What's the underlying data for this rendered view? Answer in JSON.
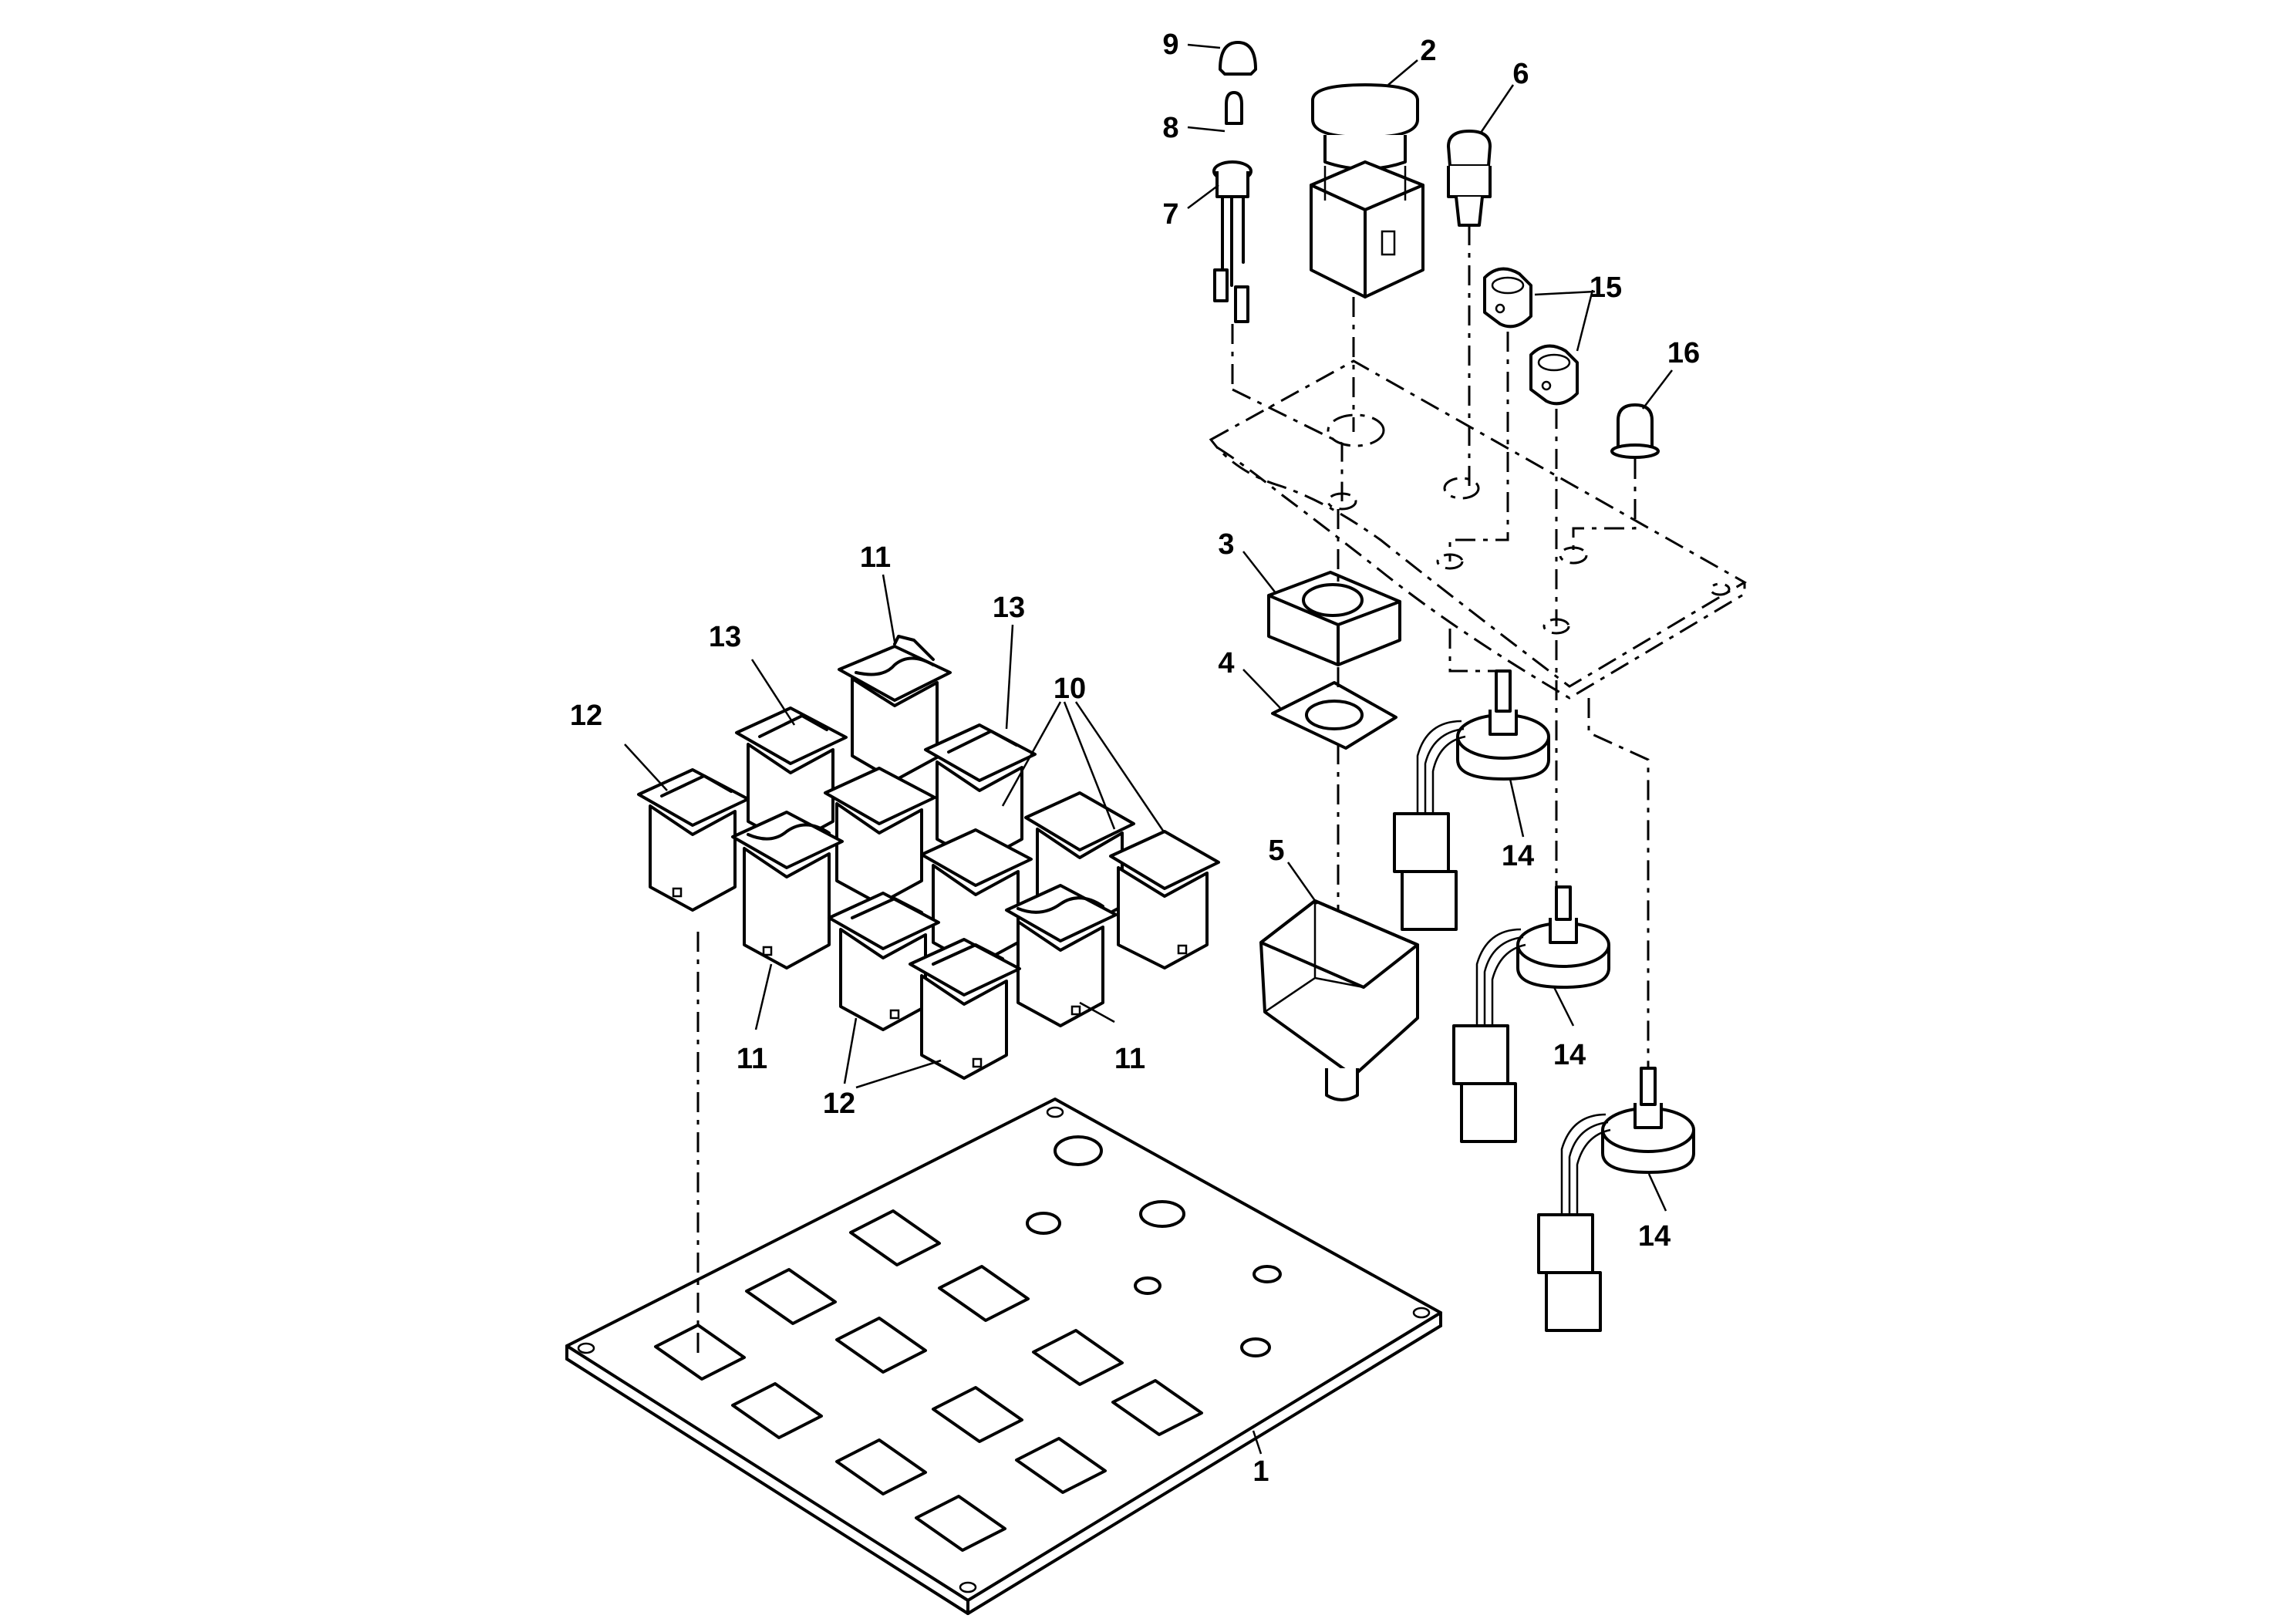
{
  "callouts": {
    "c1": "1",
    "c2": "2",
    "c3": "3",
    "c4": "4",
    "c5": "5",
    "c6": "6",
    "c7": "7",
    "c8": "8",
    "c9": "9",
    "c10": "10",
    "c11a": "11",
    "c11b": "11",
    "c11c": "11",
    "c12a": "12",
    "c12b": "12",
    "c13a": "13",
    "c13b": "13",
    "c14a": "14",
    "c14b": "14",
    "c14c": "14",
    "c15": "15",
    "c16": "16"
  },
  "colors": {
    "line": "#000000",
    "background": "#ffffff"
  }
}
